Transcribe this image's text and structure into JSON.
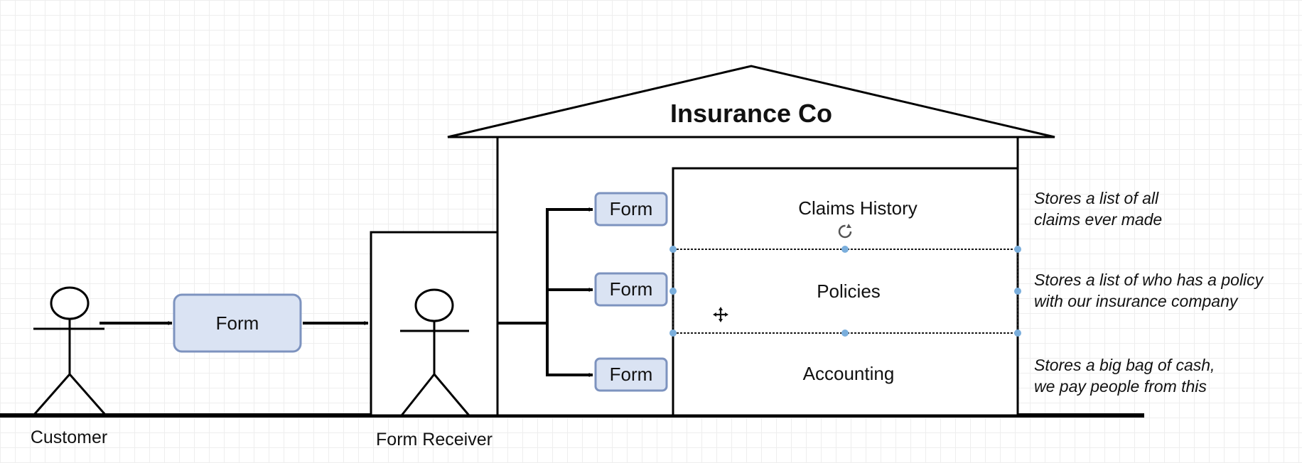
{
  "building": {
    "title": "Insurance Co"
  },
  "actors": {
    "customer": "Customer",
    "receiver": "Form Receiver"
  },
  "forms": {
    "main": "Form",
    "claims": "Form",
    "policies": "Form",
    "accounting": "Form"
  },
  "sections": {
    "claims": "Claims History",
    "policies": "Policies",
    "accounting": "Accounting"
  },
  "notes": {
    "claims": [
      "Stores a list of all",
      "claims ever made"
    ],
    "policies": [
      "Stores a list of who has a policy",
      "with our insurance company"
    ],
    "accounting": [
      "Stores a big bag of cash,",
      "we pay people from this"
    ]
  },
  "colors": {
    "form_fill": "#dae3f3",
    "form_stroke": "#7d93bf",
    "selection": "#7aaedc",
    "line": "#000000"
  },
  "icons": {
    "rotate_handle": "rotate-icon",
    "move_cursor": "move-cursor-icon"
  }
}
